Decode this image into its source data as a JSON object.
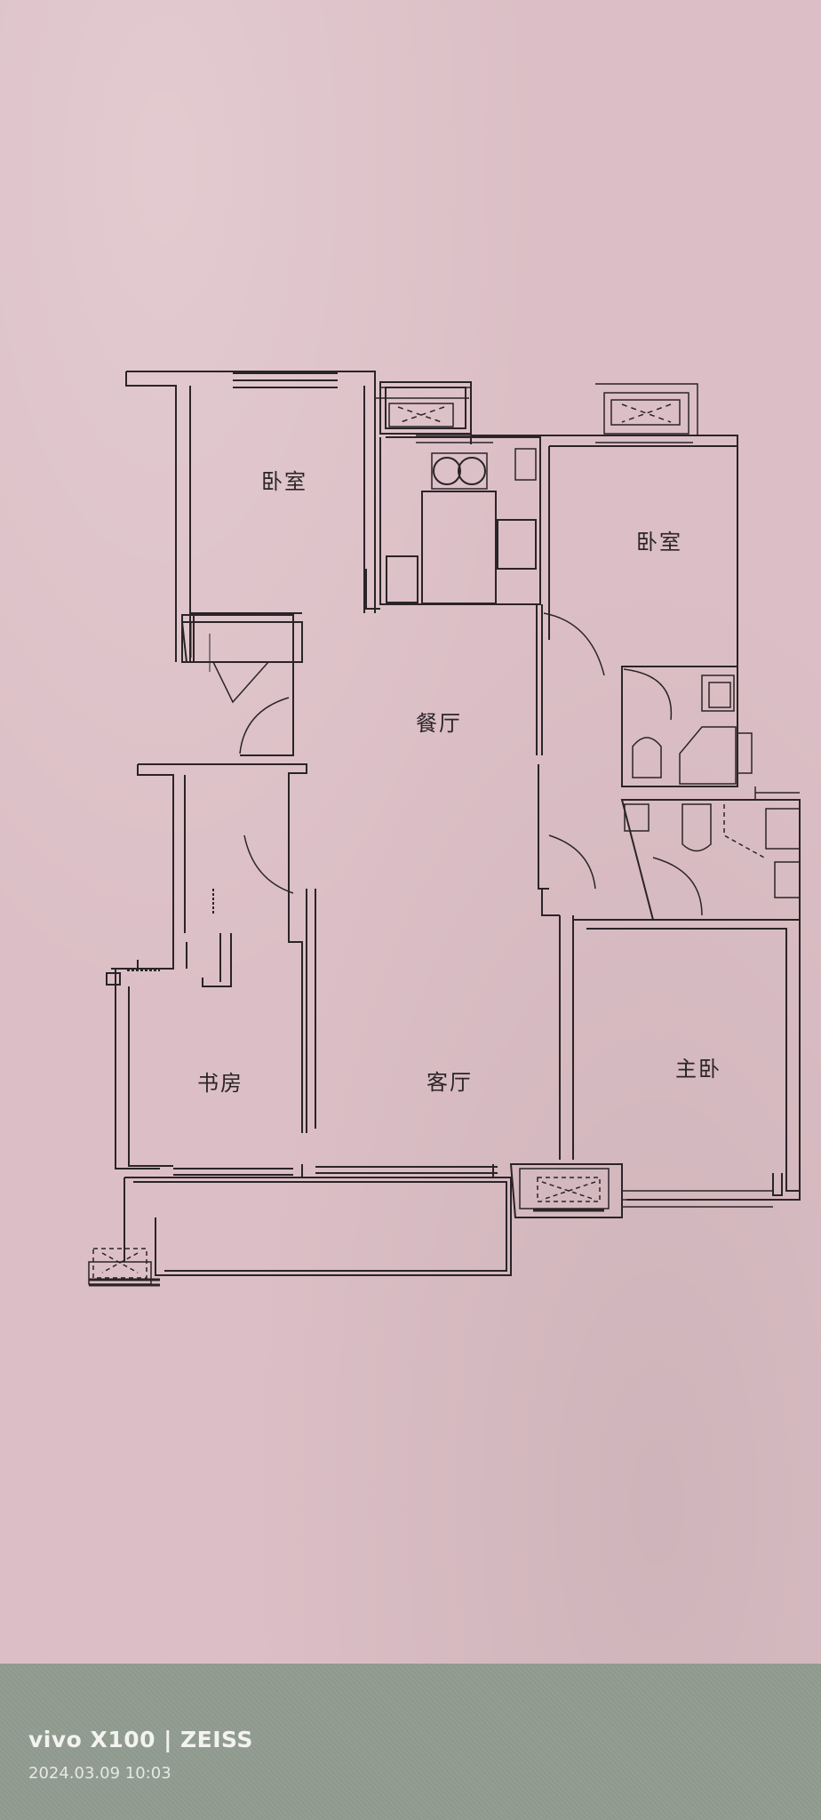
{
  "floor_plan": {
    "rooms": [
      {
        "id": "bedroom-nw",
        "label": "卧室"
      },
      {
        "id": "bedroom-ne",
        "label": "卧室"
      },
      {
        "id": "dining",
        "label": "餐厅"
      },
      {
        "id": "study",
        "label": "书房"
      },
      {
        "id": "living",
        "label": "客厅"
      },
      {
        "id": "master-bedroom",
        "label": "主卧"
      }
    ],
    "unlabeled_areas": [
      "kitchen",
      "bathroom",
      "master-bathroom",
      "balcony",
      "ac-platforms"
    ]
  },
  "camera_watermark": {
    "brand": "vivo X100 | ZEISS",
    "datetime": "2024.03.09 10:03"
  },
  "colors": {
    "paper": "#dcbfc6",
    "line": "#2a2428",
    "background": "#8e998d"
  }
}
